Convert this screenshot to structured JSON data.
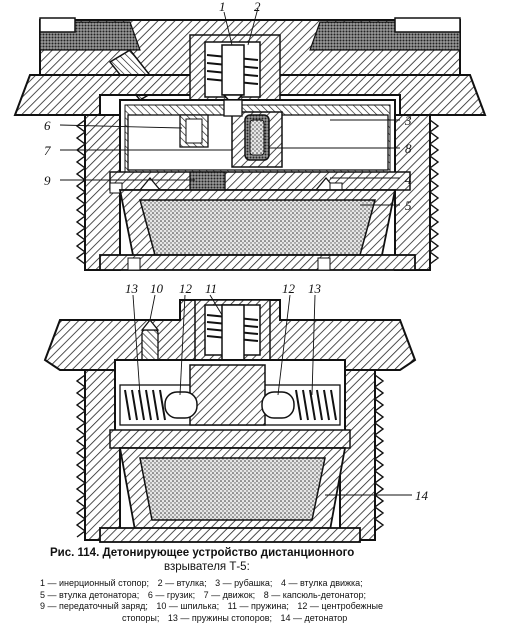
{
  "callouts_top": {
    "c1": "1",
    "c2": "2",
    "c3": "3",
    "c4": "4",
    "c5": "5",
    "c6": "6",
    "c7": "7",
    "c8r": "8",
    "c9": "9"
  },
  "callouts_bottom": {
    "c13a": "13",
    "c10": "10",
    "c12a": "12",
    "c11": "11",
    "c12b": "12",
    "c13b": "13",
    "c14": "14"
  },
  "caption": {
    "title_line1": "Рис. 114. Детонирующее устройство дистанционного",
    "title_line2": "взрывателя Т-5:",
    "legend_lines": [
      [
        "1 — инерционный стопор;",
        "2 — втулка;",
        "3 — рубашка;",
        "4 — втулка движка;"
      ],
      [
        "5 — втулка детонатора;",
        "6 — грузик;",
        "7 — движок;",
        "8 — капсюль-детонатор;"
      ],
      [
        "9 — передаточный заряд;",
        "10 — шпилька;",
        "11 — пружина;",
        "12 — центробежные"
      ],
      [
        "стопоры;",
        "13 — пружины стопоров;",
        "14 — детонатор"
      ]
    ]
  }
}
